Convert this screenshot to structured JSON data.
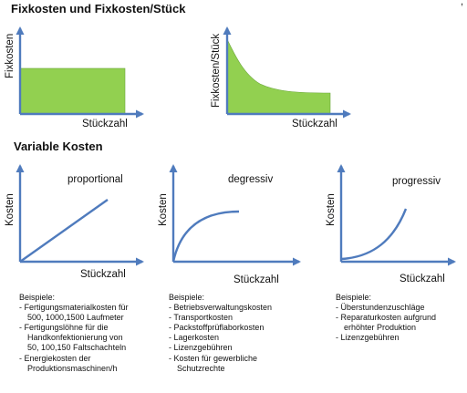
{
  "corner_mark": ",",
  "fixed_section": {
    "title": "Fixkosten und Fixkosten/Stück",
    "chart_fixed": {
      "y_label": "Fixkosten",
      "x_label": "Stückzahl"
    },
    "chart_per_unit": {
      "y_label": "Fixkosten/Stück",
      "x_label": "Stückzahl"
    }
  },
  "variable_section": {
    "title": "Variable Kosten",
    "charts": [
      {
        "title": "proportional",
        "y_label": "Kosten",
        "x_label": "Stückzahl",
        "examples_heading": "Beispiele:",
        "examples": [
          [
            "- Fertigungsmaterialkosten für",
            "500, 1000,1500 Laufmeter"
          ],
          [
            "- Fertigungslöhne für die",
            "Handkonfektionierung von",
            "50, 100,150 Faltschachteln"
          ],
          [
            "- Energiekosten der",
            "Produktionsmaschinen/h"
          ]
        ]
      },
      {
        "title": "degressiv",
        "y_label": "Kosten",
        "x_label": "Stückzahl",
        "examples_heading": "Beispiele:",
        "examples": [
          [
            "- Betriebsverwaltungskosten"
          ],
          [
            "- Transportkosten"
          ],
          [
            "- Packstoffprüflaborkosten"
          ],
          [
            "- Lagerkosten"
          ],
          [
            "- Lizenzgebühren"
          ],
          [
            "- Kosten für gewerbliche",
            "Schutzrechte"
          ]
        ]
      },
      {
        "title": "progressiv",
        "y_label": "Kosten",
        "x_label": "Stückzahl",
        "examples_heading": "Beispiele:",
        "examples": [
          [
            "- Überstundenzuschläge"
          ],
          [
            "- Reparaturkosten aufgrund",
            "erhöhter Produktion"
          ],
          [
            "- Lizenzgebühren"
          ]
        ]
      }
    ]
  },
  "colors": {
    "axis": "#4f7bbd",
    "fill": "#92d050",
    "line": "#4f7bbd",
    "text": "#111111"
  }
}
